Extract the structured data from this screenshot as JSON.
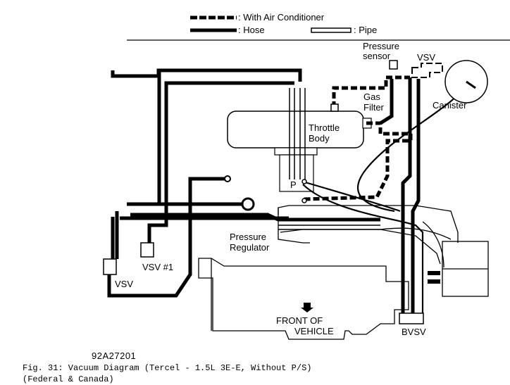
{
  "legend": {
    "with_ac": ": With Air Conditioner",
    "hose": ": Hose",
    "pipe": ": Pipe"
  },
  "labels": {
    "pressure_sensor_line1": "Pressure",
    "pressure_sensor_line2": "sensor",
    "vsv_top": "VSV",
    "canister": "Canister",
    "gas_filter_line1": "Gas",
    "gas_filter_line2": "Filter",
    "throttle_body_line1": "Throttle",
    "throttle_body_line2": "Body",
    "p_port": "P",
    "pressure_regulator_line1": "Pressure",
    "pressure_regulator_line2": "Regulator",
    "vsv1": "VSV #1",
    "vsv_left": "VSV",
    "front_of_vehicle_line1": "FRONT OF",
    "front_of_vehicle_line2": "VEHICLE",
    "bvsv": "BVSV"
  },
  "caption": {
    "code": "92A27201",
    "line1": "Fig. 31:  Vacuum Diagram (Tercel - 1.5L 3E-E, Without P/S)",
    "line2": "(Federal & Canada)"
  },
  "colors": {
    "ink": "#000000",
    "paper": "#ffffff"
  }
}
